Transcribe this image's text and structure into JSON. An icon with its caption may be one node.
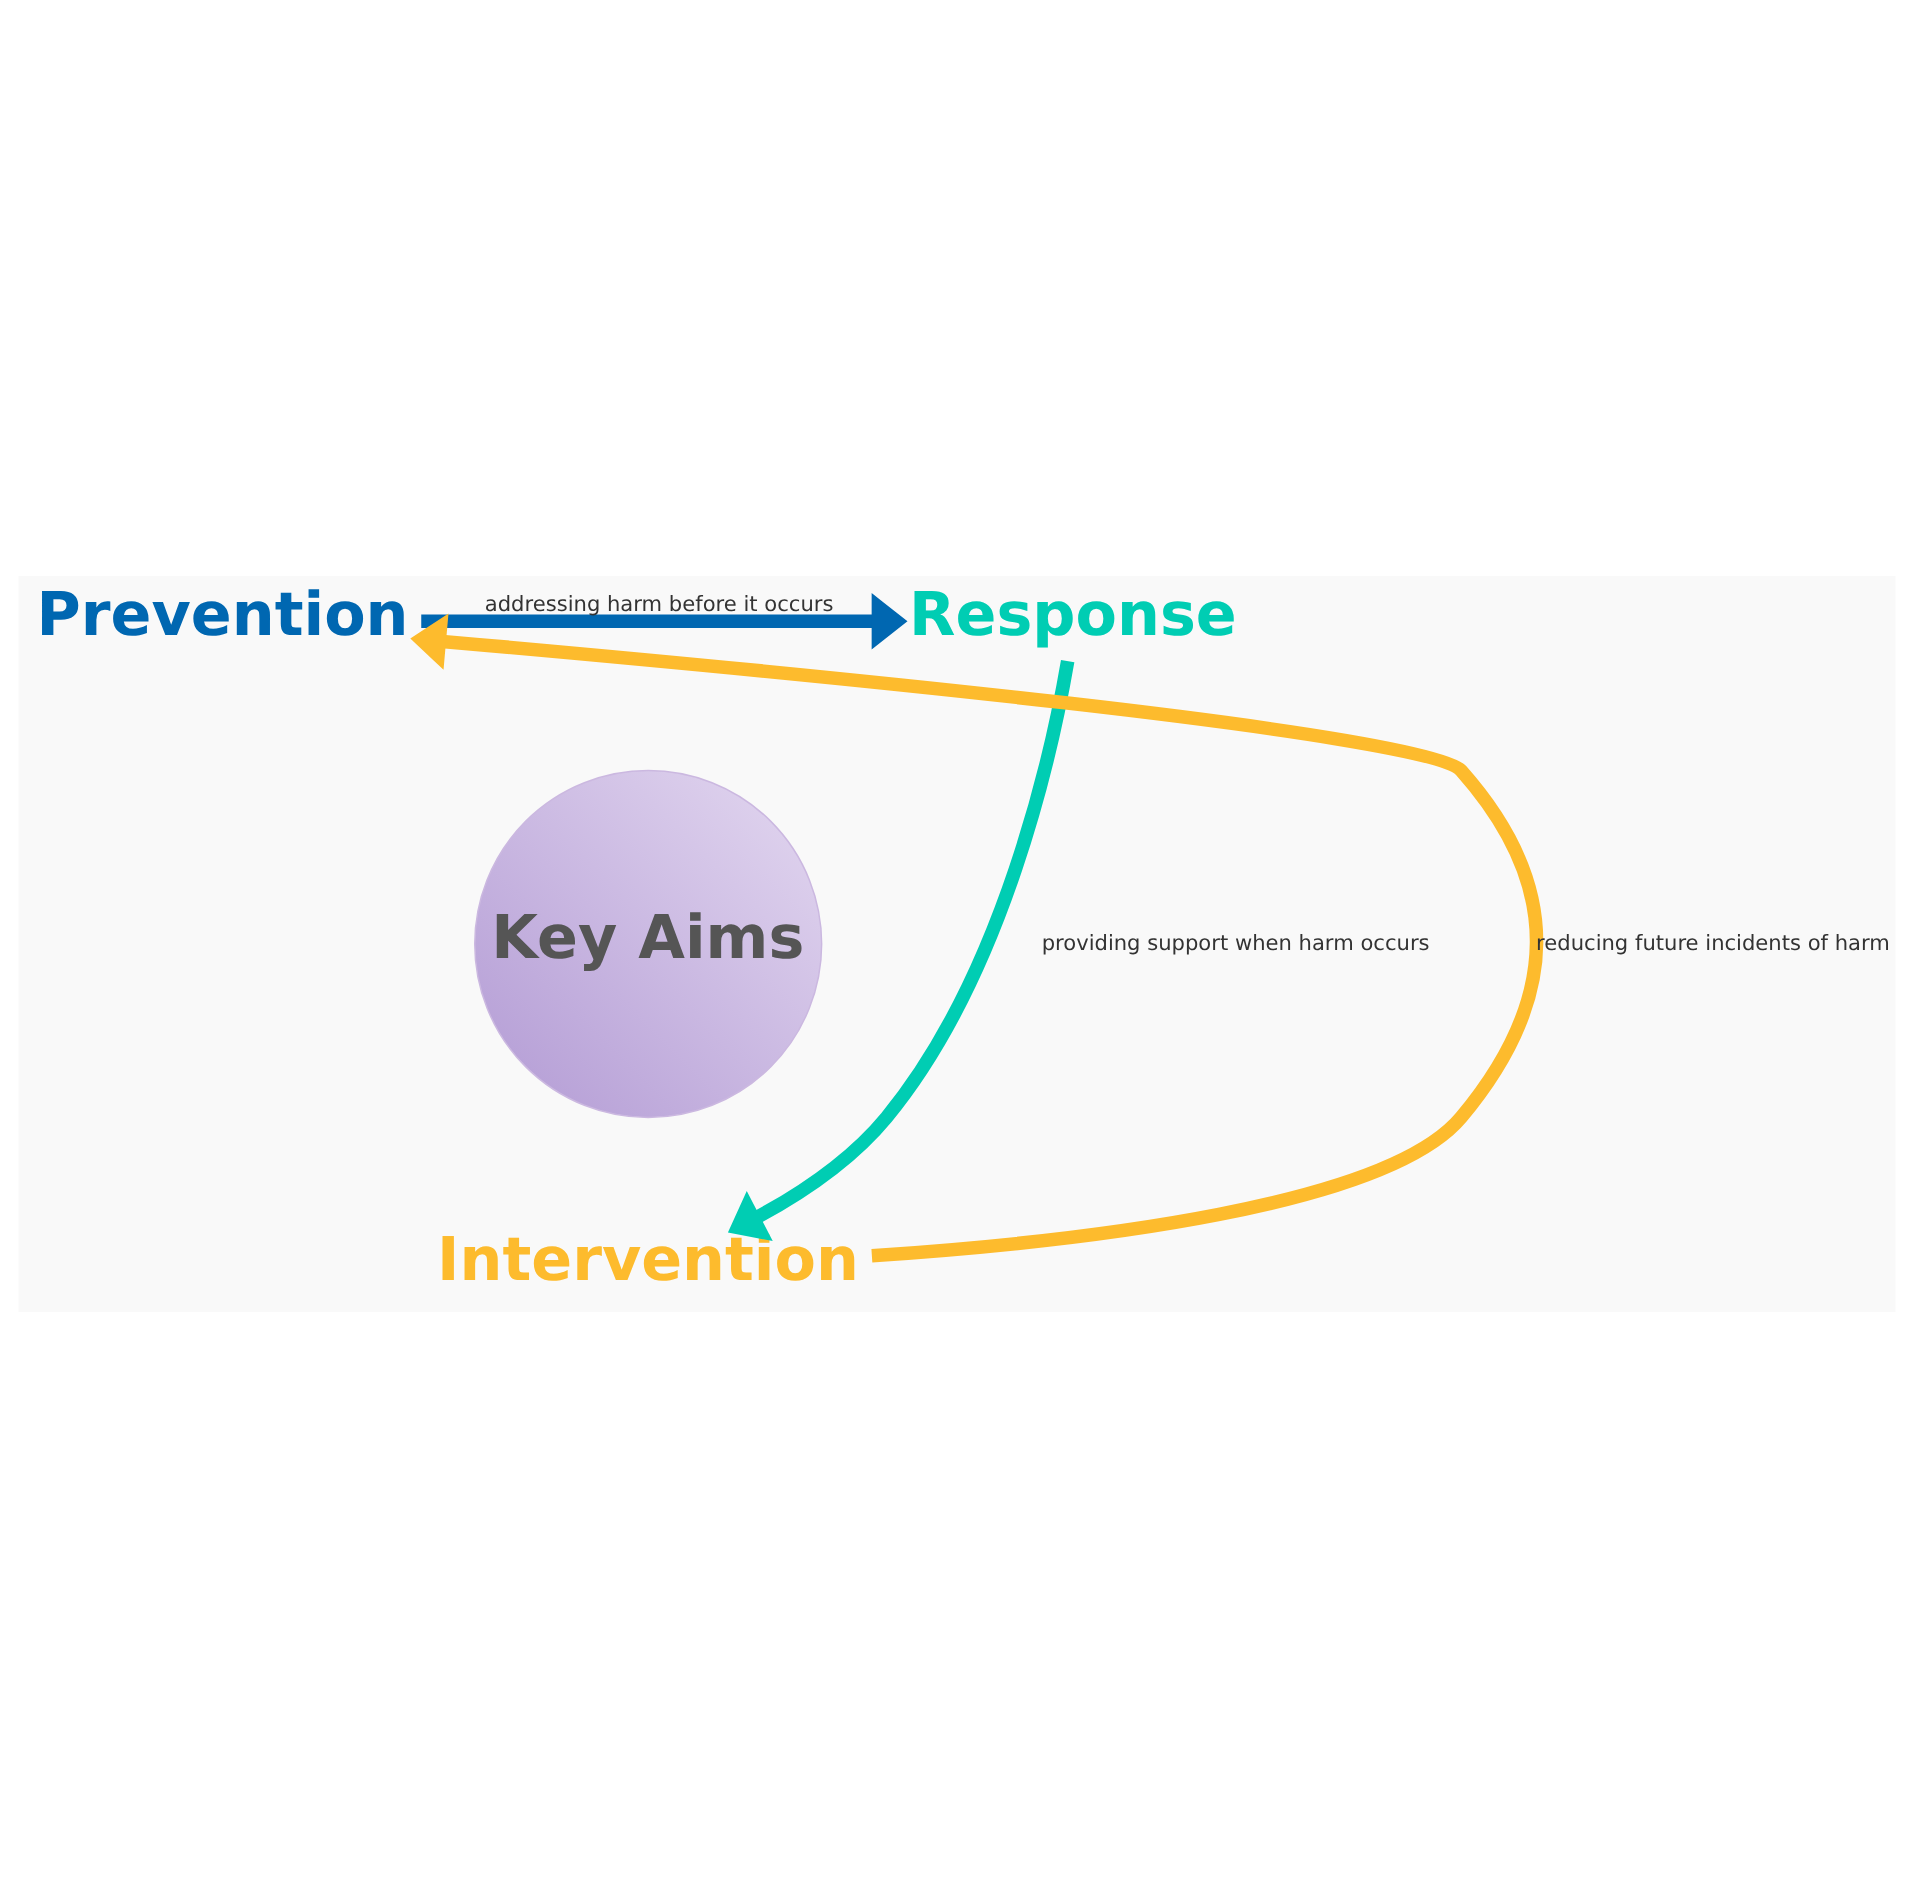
{
  "diagram": {
    "nodes": [
      {
        "text": [
          "Key Aims"
        ]
      },
      {
        "text": [
          "Prevention"
        ]
      },
      {
        "text": [
          "Response"
        ]
      },
      {
        "text": [
          "Intervention"
        ]
      }
    ],
    "edges": [
      {
        "from": 1,
        "to": 2,
        "arrow": "to",
        "label": "addressing harm before it occurs",
        "color": "#0067b1"
      },
      {
        "from": 2,
        "to": 3,
        "arrow": "to",
        "label": "providing support when harm occurs",
        "color": "#00cdb3"
      },
      {
        "from": 3,
        "to": 1,
        "arrow": "to",
        "label": "reducing future incidents of harm",
        "color": "#fdbb2d"
      }
    ]
  }
}
